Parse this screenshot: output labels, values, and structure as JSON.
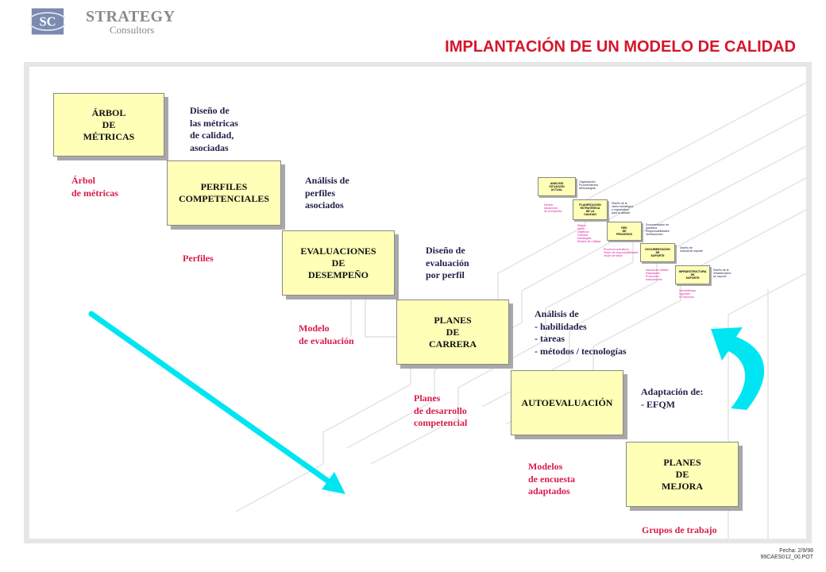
{
  "logo": {
    "mark": "SC",
    "line1": "STRATEGY",
    "line2": "Consultors"
  },
  "title": "IMPLANTACIÓN DE UN MODELO DE CALIDAD",
  "steps": [
    {
      "lines": [
        "ÁRBOL",
        "DE",
        "MÉTRICAS"
      ],
      "note": "Diseño de\nlas métricas\nde calidad,\nasociadas",
      "label": "Árbol\nde métricas"
    },
    {
      "lines": [
        "PERFILES",
        "COMPETENCIALES"
      ],
      "note": "Análisis de\nperfiles\nasociados",
      "label": "Perfiles"
    },
    {
      "lines": [
        "EVALUACIONES",
        "DE",
        "DESEMPEÑO"
      ],
      "note": "Diseño de\nevaluación\npor perfil",
      "label": "Modelo\nde evaluación"
    },
    {
      "lines": [
        "PLANES",
        "DE",
        "CARRERA"
      ],
      "note": "Análisis de\n- habilidades\n- tareas\n- métodos / tecnologías",
      "label": "Planes\nde desarrollo\ncompetencial"
    },
    {
      "lines": [
        "AUTOEVALUACIÓN"
      ],
      "note": "Adaptación de:\n- EFQM",
      "label": "Modelos\nde encuesta\nadaptados"
    },
    {
      "lines": [
        "PLANES",
        "DE",
        "MEJORA"
      ],
      "note": "",
      "label": "Grupos de trabajo"
    }
  ],
  "mini_diagram": {
    "boxes": [
      "ANÁLISIS\nSITUACIÓN\nACTUAL",
      "PLANIFICACIÓN\nESTRATÉGICA\nDE LA\nCALIDAD",
      "RED\nDE\nPROCESOS",
      "DOCUMENTACIÓN\nDE\nSOPORTE",
      "INFRAESTRUCTURA\nDE\nSOPORTE"
    ],
    "notes": [
      "Organización\nProcedimientos\nMetodologías",
      "Diseño de la\nvisión estratégica\ny organizativa\npara la calidad",
      "Documentación de\nprocesos\nResponsabilidades\nVerificaciones",
      "Diseño de\nmanual de soporte",
      "Diseño de la\ninfraestructura\nde soporte"
    ],
    "labels": [
      "Modelo\nsituacional\nde la empresa",
      "Misión\nVisión\nObjetivos\nPolíticas\nEstrategias\nModelo de Calidad",
      "Procesos operativos\nVisión de responsabilidades\nVisión de fallos",
      "Manual de calidad\nEstándares\nProtocolos\nInstrucciones",
      "Herramientas\nSoportes\nSS técnicos"
    ]
  },
  "footer": {
    "date": "Fecha: 2/9/98",
    "ref": "99CAES012_00.POT"
  },
  "colors": {
    "title": "#d6162b",
    "label": "#d81c4a",
    "note": "#22224a",
    "box_fill": "#ffffb8",
    "arrows": "#00e5f2"
  }
}
